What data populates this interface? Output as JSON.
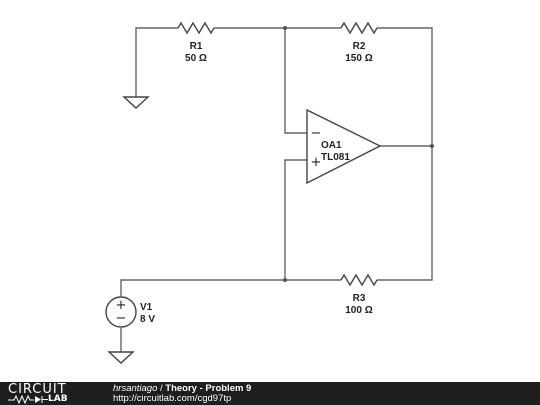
{
  "schematic": {
    "components": [
      {
        "id": "R1",
        "value": "50 Ω"
      },
      {
        "id": "R2",
        "value": "150 Ω"
      },
      {
        "id": "R3",
        "value": "100 Ω"
      },
      {
        "id": "OA1",
        "part": "TL081",
        "inverting_sign": "−",
        "noninverting_sign": "+"
      },
      {
        "id": "V1",
        "value": "8 V",
        "plus_sign": "+",
        "minus_sign": "−"
      }
    ]
  },
  "footer": {
    "logo_top": "CIRCUIT",
    "logo_bottom": "LAB",
    "user": "hrsantiago",
    "separator": " / ",
    "project": "Theory - Problem 9",
    "url": "http://circuitlab.com/cgd97tp"
  }
}
